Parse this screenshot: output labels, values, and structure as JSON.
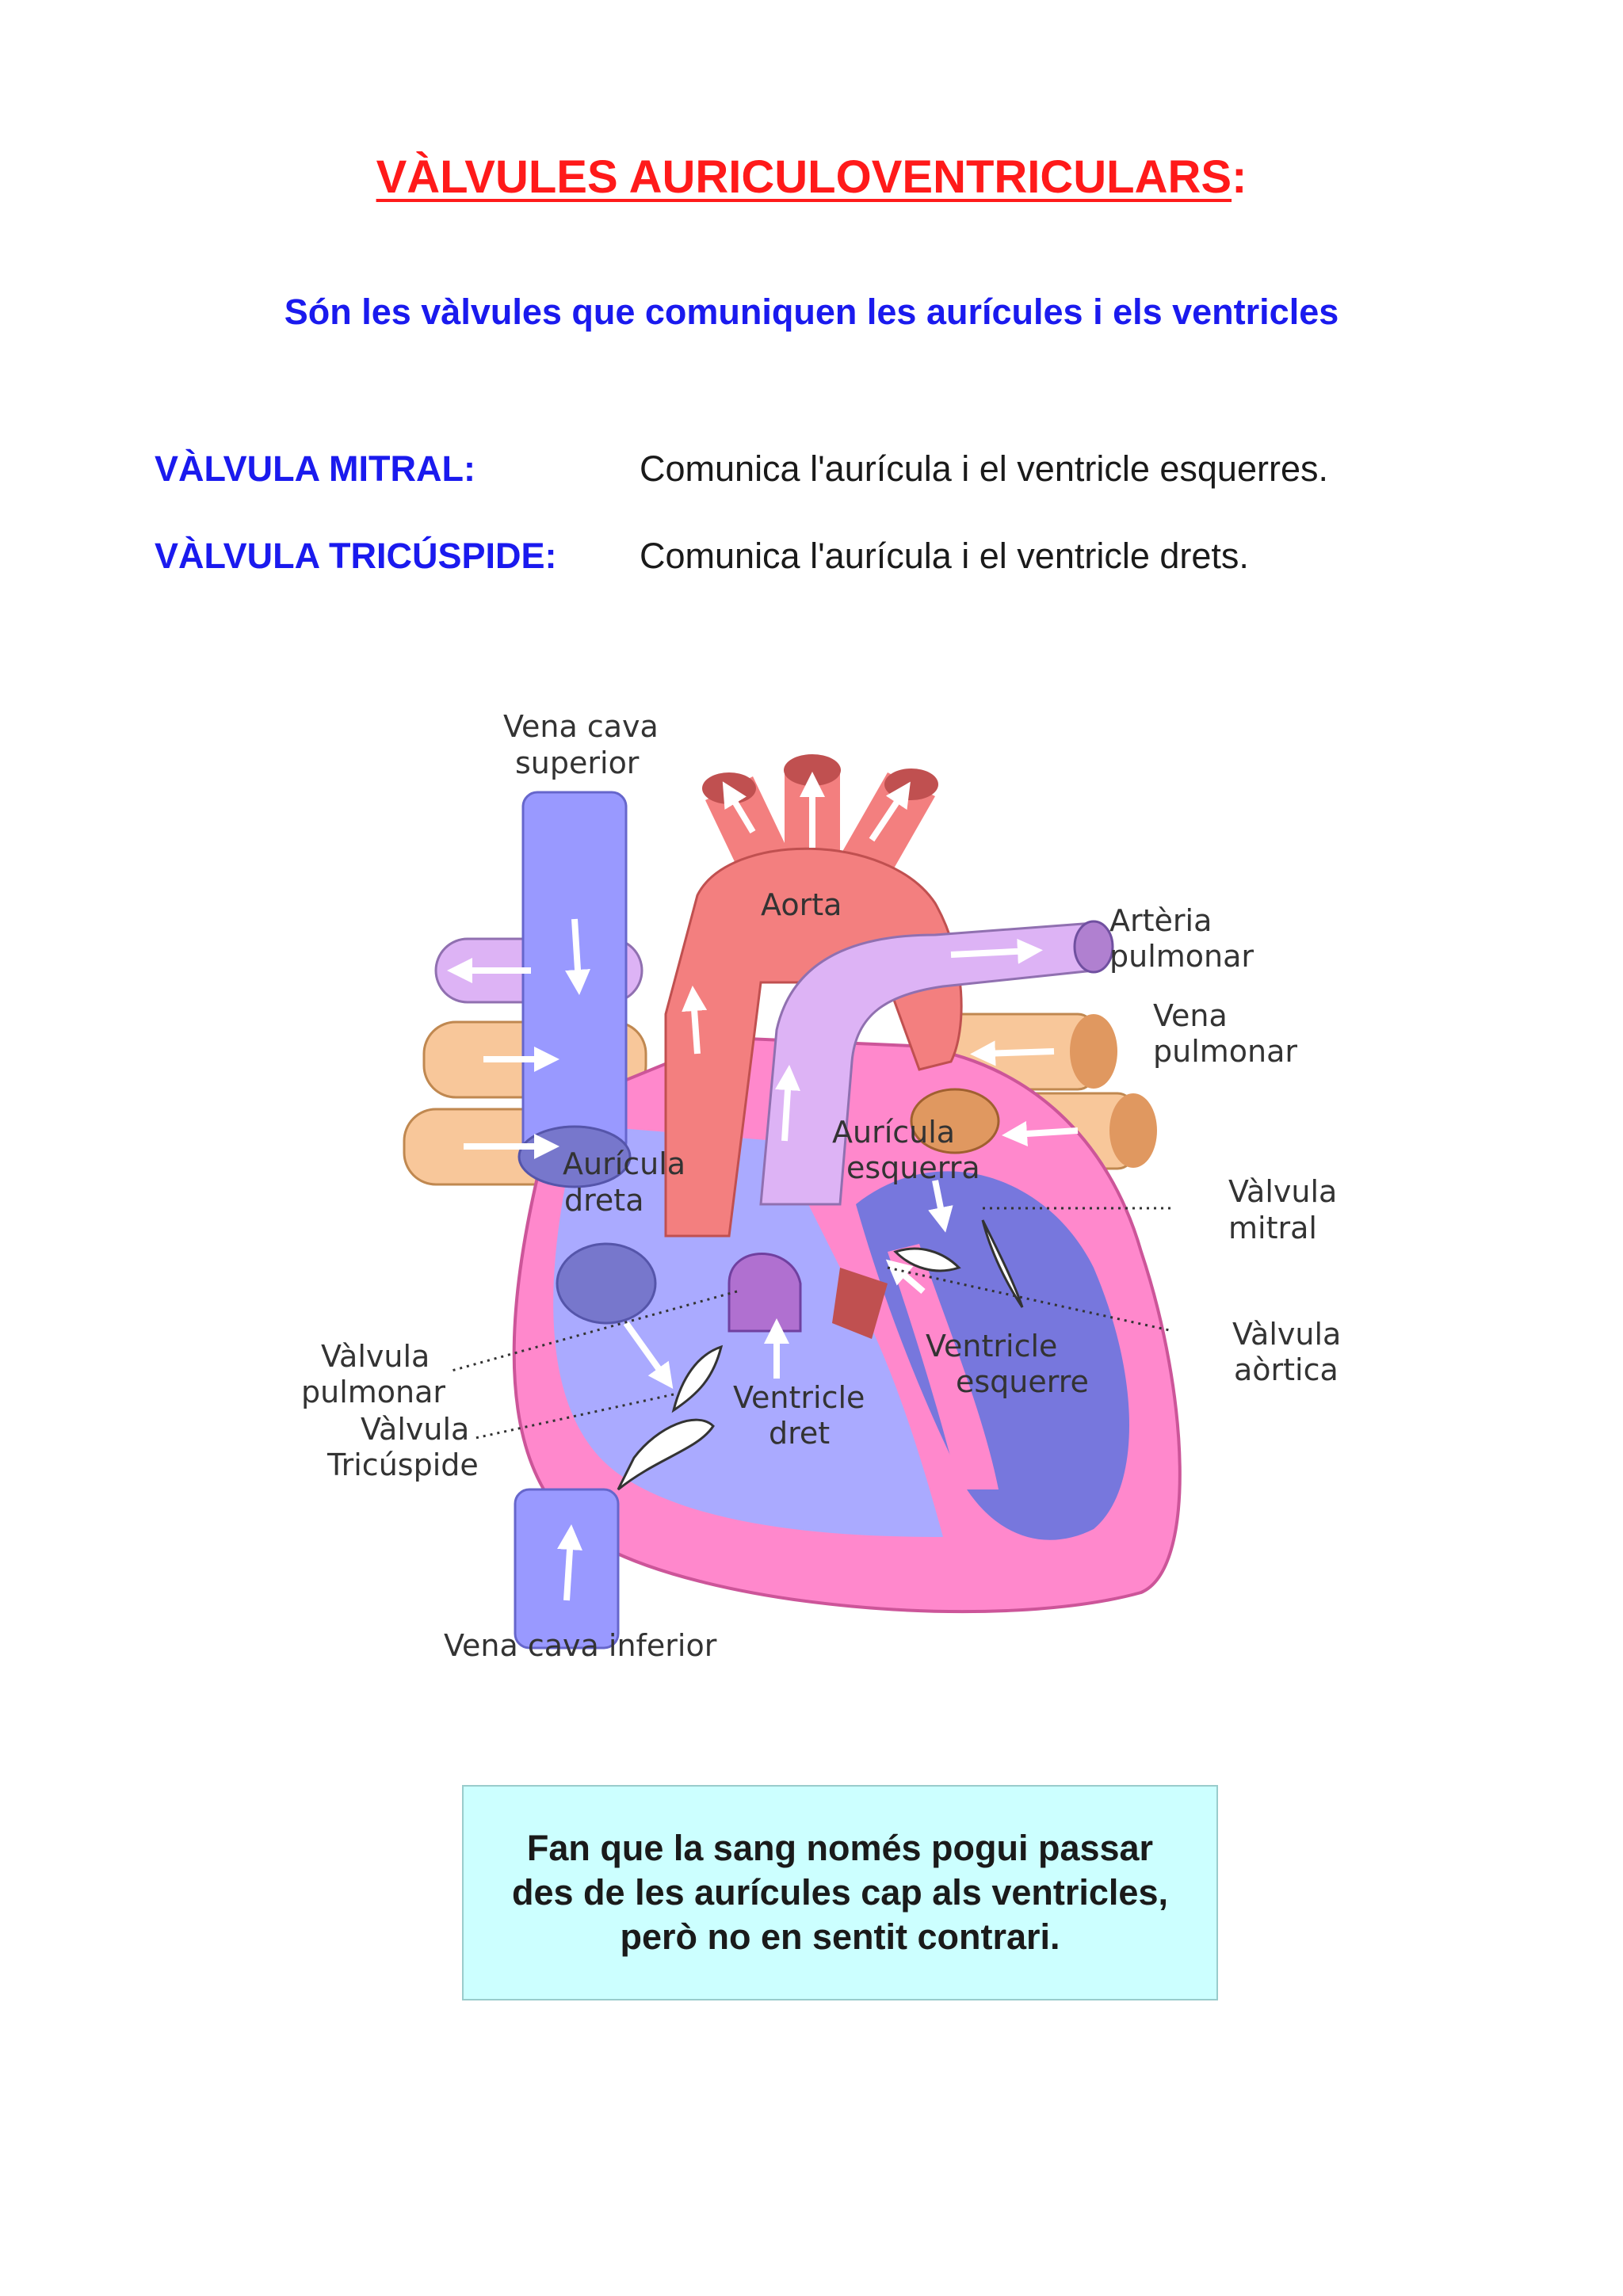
{
  "title": {
    "text": "VÀLVULES AURICULOVENTRICULARS",
    "suffix": ":"
  },
  "subtitle": "Són les vàlvules que comuniquen les aurícules i els ventricles",
  "definitions": [
    {
      "label": "VÀLVULA MITRAL:",
      "text": "Comunica l'aurícula i el ventricle esquerres."
    },
    {
      "label": "VÀLVULA TRICÚSPIDE:",
      "text": "Comunica l'aurícula i el ventricle drets."
    }
  ],
  "diagram": {
    "labels": {
      "vena_cava_superior": [
        "Vena cava",
        "superior"
      ],
      "aorta": "Aorta",
      "arteria_pulmonar": [
        "Artèria",
        "pulmonar"
      ],
      "vena_pulmonar": [
        "Vena",
        "pulmonar"
      ],
      "auricula_esquerra": [
        "Aurícula",
        "esquerra"
      ],
      "valvula_mitral": [
        "Vàlvula",
        "mitral"
      ],
      "auricula_dreta": [
        "Aurícula",
        "dreta"
      ],
      "valvula_aortica": [
        "Vàlvula",
        "aòrtica"
      ],
      "ventricle_esquerre": [
        "Ventricle",
        "esquerre"
      ],
      "valvula_pulmonar": [
        "Vàlvula",
        "pulmonar"
      ],
      "ventricle_dret": [
        "Ventricle",
        "dret"
      ],
      "valvula_tricuspide": [
        "Vàlvula",
        "Tricúspide"
      ],
      "vena_cava_inferior": "Vena cava inferior"
    },
    "colors": {
      "aorta": "#f37f7f",
      "pulmonary_artery": "#ddb3f5",
      "vena_cava": "#9999ff",
      "pulmonary_vein": "#f8c79a",
      "heart_wall": "#ff88cc",
      "right_chambers": "#aaaaff",
      "left_ventricle": "#7777dd"
    }
  },
  "note": "Fan que la  sang només pogui passar\ndes de les aurícules cap als ventricles,\nperò no en sentit contrari."
}
